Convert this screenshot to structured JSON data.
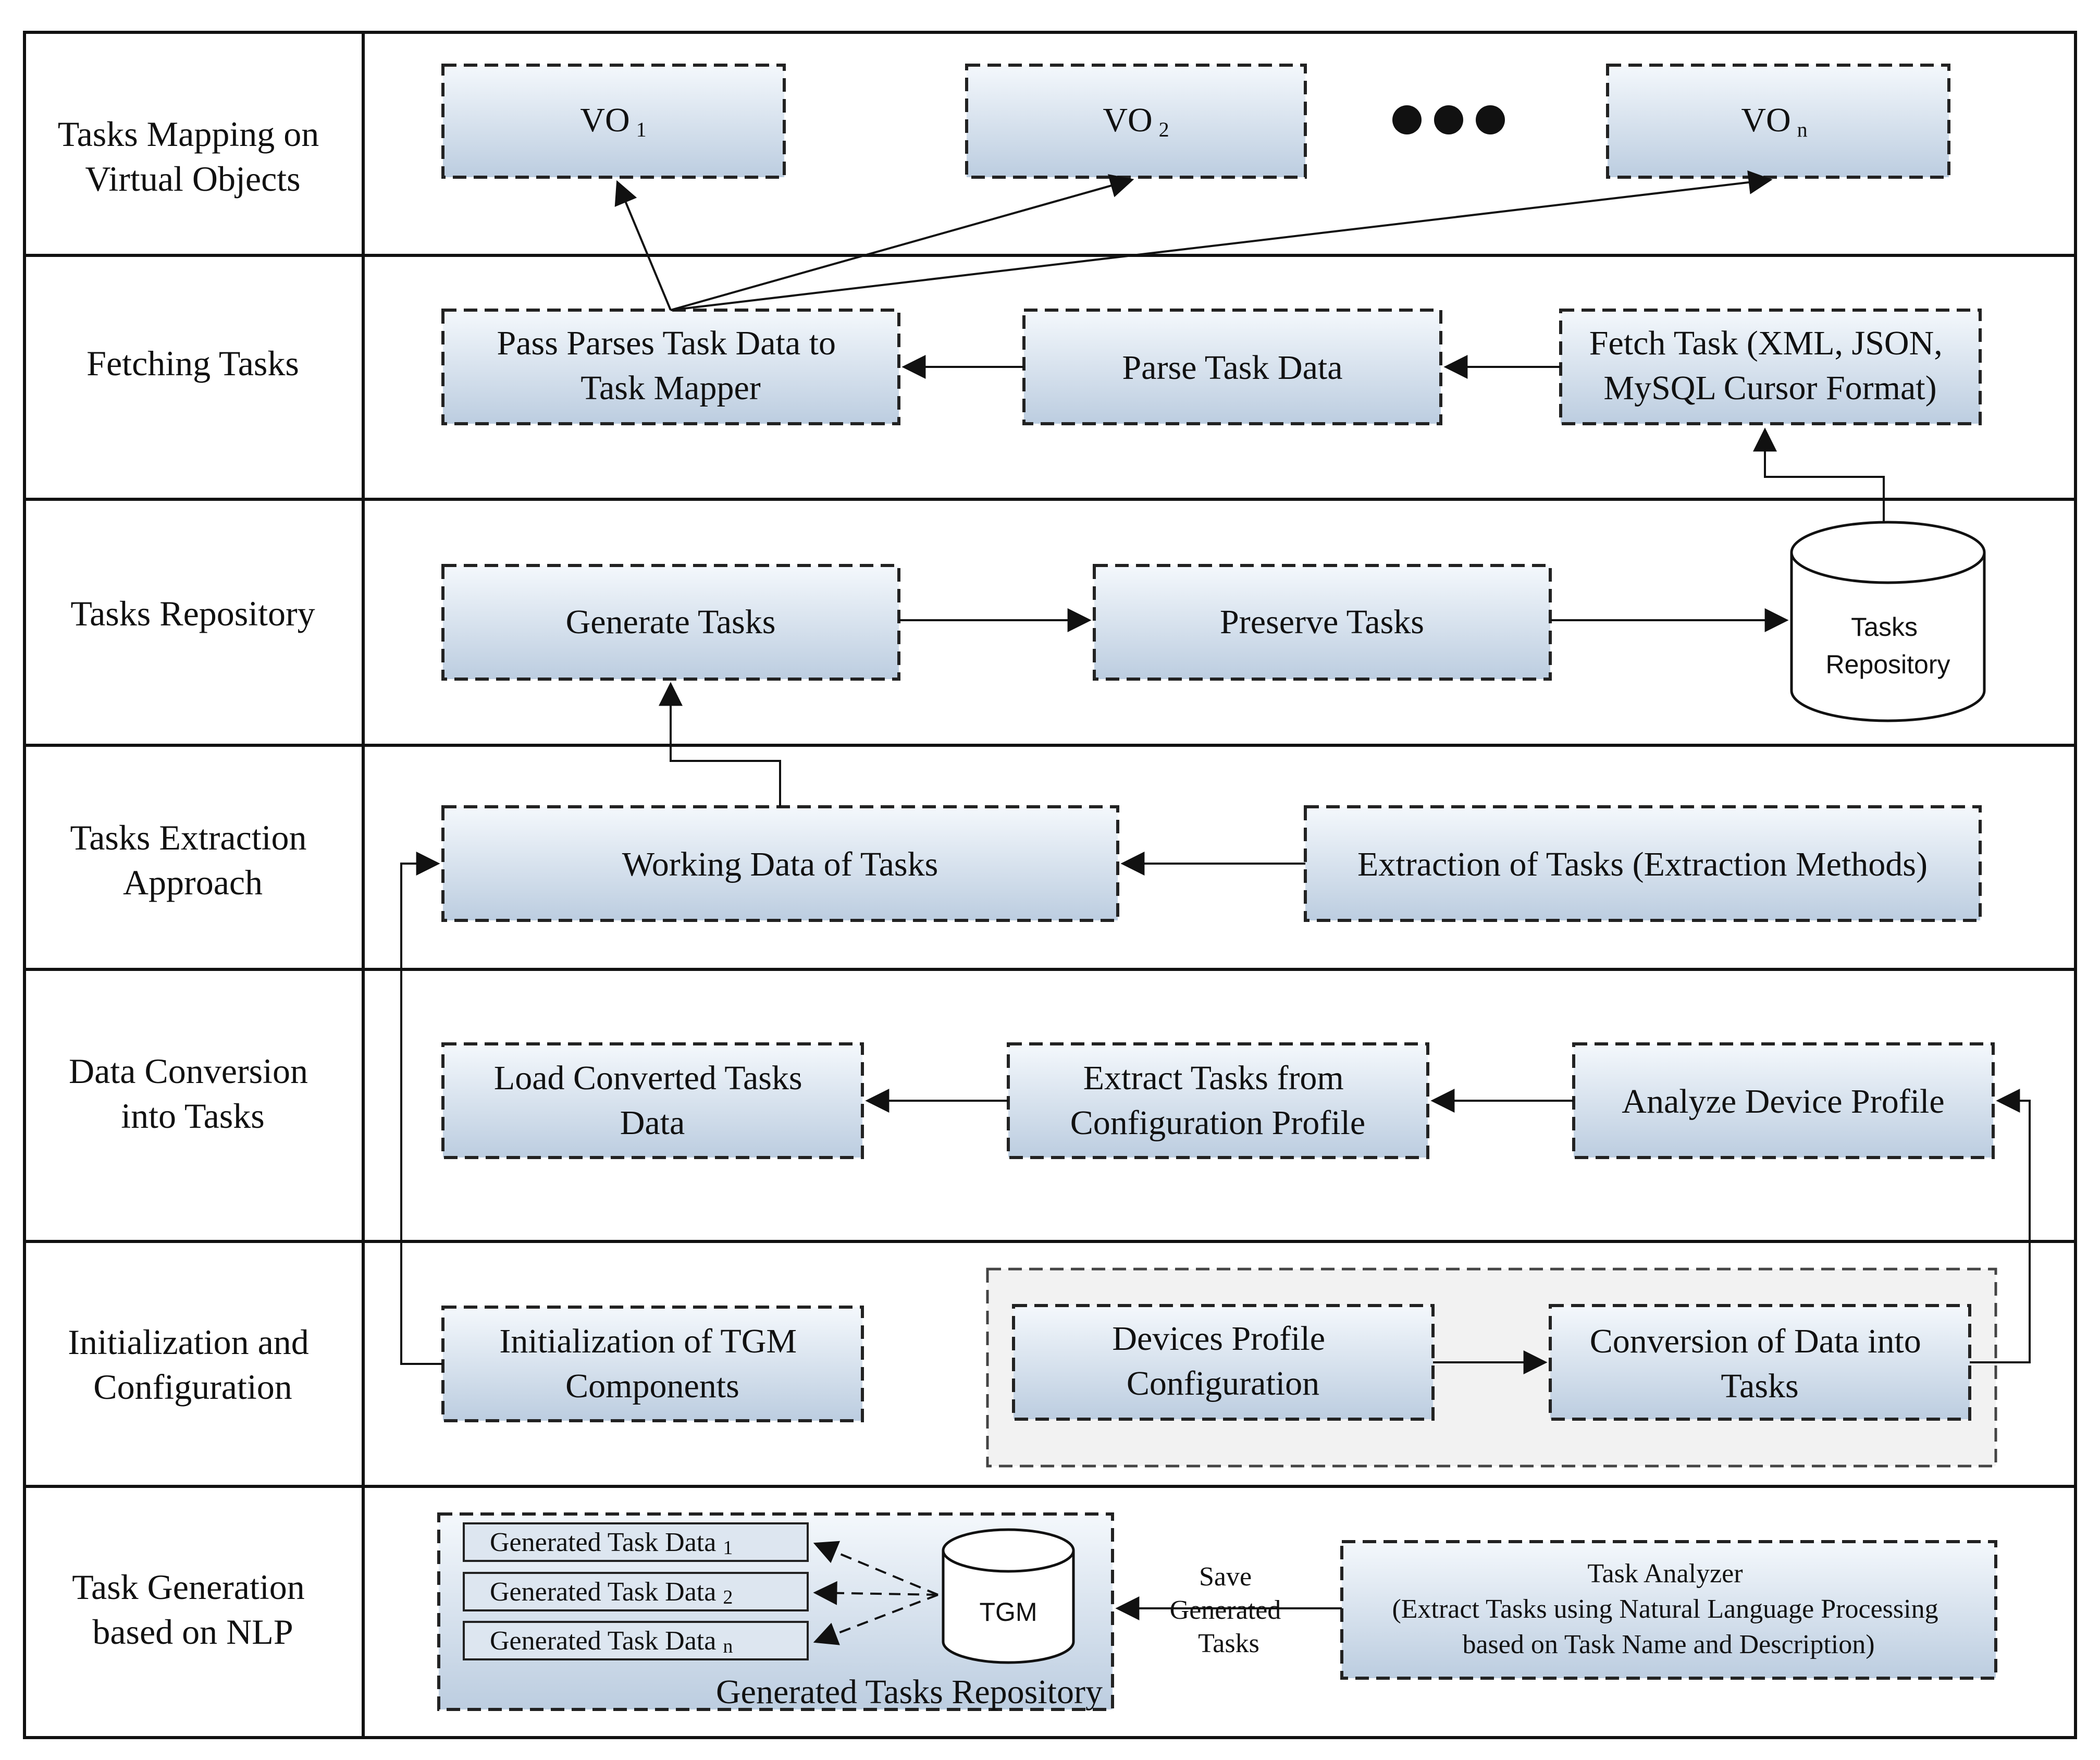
{
  "rows": [
    {
      "label": [
        "Tasks Mapping on",
        "Virtual Objects"
      ]
    },
    {
      "label": [
        "Fetching Tasks"
      ]
    },
    {
      "label": [
        "Tasks Repository"
      ]
    },
    {
      "label": [
        "Tasks Extraction",
        "Approach"
      ]
    },
    {
      "label": [
        "Data Conversion",
        "into Tasks"
      ]
    },
    {
      "label": [
        "Initialization and",
        "Configuration"
      ]
    },
    {
      "label": [
        "Task Generation",
        "based on NLP"
      ]
    }
  ],
  "virtual_objects": {
    "vo1": {
      "base": "VO",
      "sub": "1"
    },
    "vo2": {
      "base": "VO",
      "sub": "2"
    },
    "von": {
      "base": "VO",
      "sub": "n"
    }
  },
  "fetching": {
    "pass_parses": [
      "Pass Parses Task Data to",
      "Task Mapper"
    ],
    "parse_task": [
      "Parse Task Data"
    ],
    "fetch_task": [
      "Fetch Task (XML, JSON,",
      "MySQL Cursor Format)"
    ]
  },
  "repository": {
    "generate": [
      "Generate Tasks"
    ],
    "preserve": [
      "Preserve Tasks"
    ],
    "db": [
      "Tasks",
      "Repository"
    ]
  },
  "extraction": {
    "working": [
      "Working Data of Tasks"
    ],
    "extraction_of": [
      "Extraction of Tasks (Extraction Methods)"
    ]
  },
  "conversion": {
    "load": [
      "Load Converted Tasks",
      "Data"
    ],
    "extract_config": [
      "Extract Tasks from",
      "Configuration Profile"
    ],
    "analyze": [
      "Analyze Device Profile"
    ]
  },
  "init": {
    "init_tgm": [
      "Initialization of TGM",
      "Components"
    ],
    "devices_profile": [
      "Devices Profile",
      "Configuration"
    ],
    "conversion_data": [
      "Conversion of Data into",
      "Tasks"
    ]
  },
  "nlp": {
    "generated": [
      {
        "base": "Generated Task Data ",
        "sub": "1"
      },
      {
        "base": "Generated Task Data ",
        "sub": "2"
      },
      {
        "base": "Generated Task Data ",
        "sub": "n"
      }
    ],
    "tgm": "TGM",
    "repo_caption": "Generated Tasks Repository",
    "save_label": [
      "Save",
      "Generated",
      "Tasks"
    ],
    "analyzer": [
      "Task Analyzer",
      "(Extract Tasks using Natural Language Processing",
      "based on Task Name and Description)"
    ]
  }
}
